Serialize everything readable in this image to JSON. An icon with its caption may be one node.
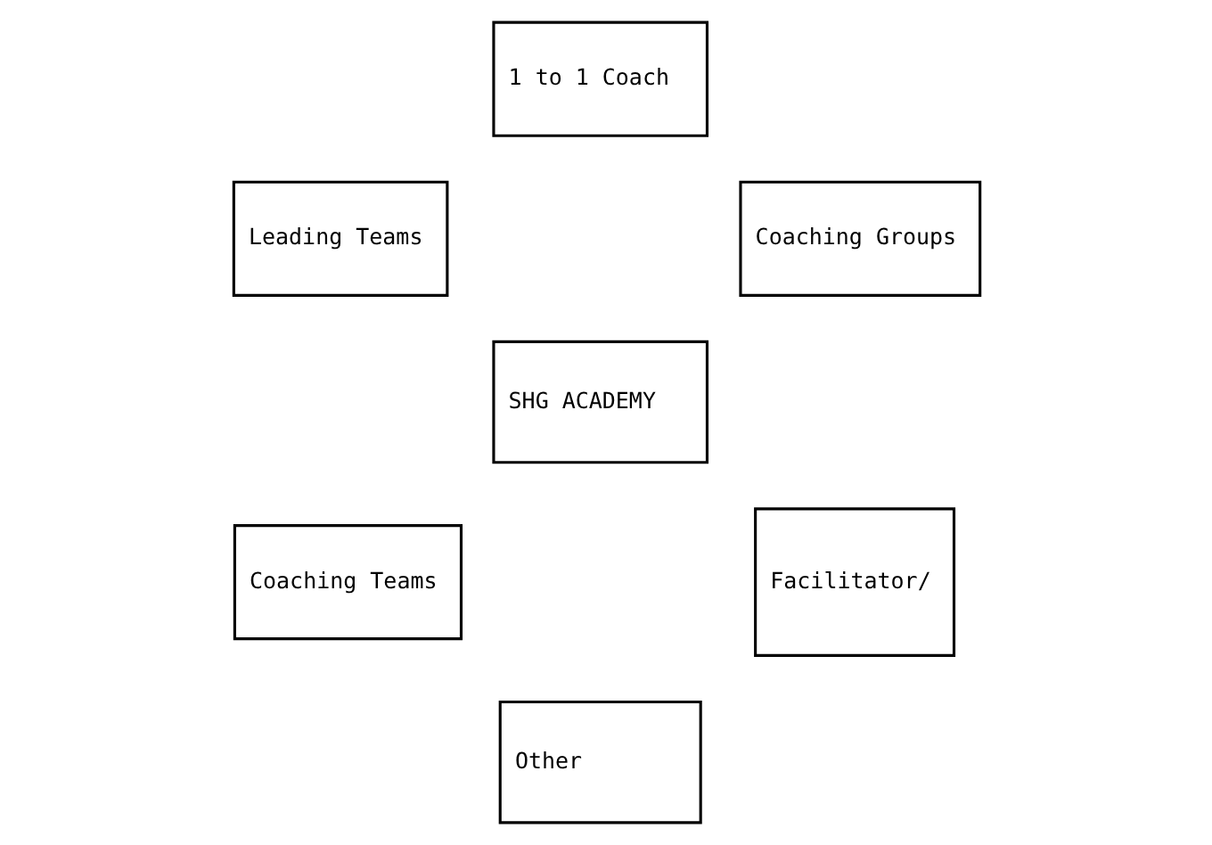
{
  "diagram": {
    "nodes": [
      {
        "text": [
          "1 to 1 Coach"
        ]
      },
      {
        "text": [
          "Leading Teams"
        ]
      },
      {
        "text": [
          "Coaching Groups"
        ]
      },
      {
        "text": [
          "SHG ACADEMY"
        ]
      },
      {
        "text": [
          "Coaching Teams"
        ]
      },
      {
        "text": [
          "Facilitator/"
        ]
      },
      {
        "text": [
          "Other"
        ]
      }
    ]
  }
}
